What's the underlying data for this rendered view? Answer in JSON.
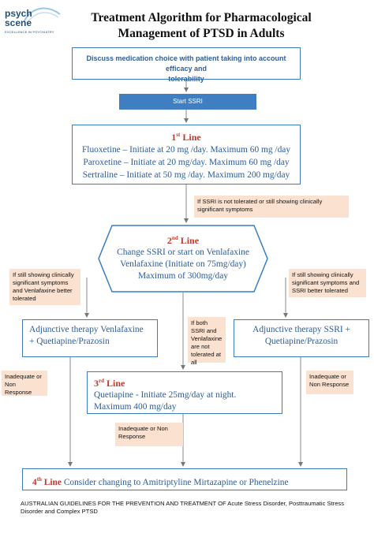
{
  "logo": {
    "line1": "psych",
    "line2": "scene",
    "tagline": "EXCELLENCE IN PSYCHIATRY"
  },
  "title": {
    "line1": "Treatment Algorithm for Pharmacological",
    "line2": "Management of PTSD in Adults"
  },
  "discuss": {
    "line1": "Discuss medication choice with patient taking into account efficacy and",
    "line2": "tolerability"
  },
  "start": "Start SSRI",
  "first_line": {
    "num": "1",
    "sup": "st",
    "word": "Line",
    "items": [
      "Fluoxetine – Initiate at 20 mg /day. Maximum 60 mg /day",
      "Paroxetine – Initiate at 20 mg/day. Maximum 60 mg /day",
      "Sertraline – Initiate at 50 mg /day. Maximum 200 mg/day"
    ]
  },
  "notes": {
    "n1": "If SSRI is not tolerated or still showing clinically significant symptoms",
    "n2": "If still showing clinically significant symptoms and Venlafaxine better tolerated",
    "n3": "If still showing clinically significant symptoms and SSRI better tolerated",
    "n4": "If both SSRI and Venlafaxine are not tolerated at all",
    "n5": "Inadequate or Non Response",
    "n6": "Inadequate or Non Response",
    "n7": "Inadequate or Non Response"
  },
  "second_line": {
    "num": "2",
    "sup": "nd",
    "word": "Line",
    "items": [
      "Change SSRI or start on Venlafaxine",
      "Venlafaxine (Initiate on 75mg/day)",
      "Maximum of 300mg/day"
    ]
  },
  "adjunct_venlafaxine": {
    "line1": "Adjunctive therapy Venlafaxine",
    "line2": "+ Quetiapine/Prazosin"
  },
  "adjunct_ssri": {
    "line1": "Adjunctive therapy SSRI +",
    "line2": "Quetiapine/Prazosin"
  },
  "third_line": {
    "num": "3",
    "sup": "rd",
    "word": "Line",
    "items": [
      "Quetiapine - Initiate 25mg/day at night.",
      "Maximum 400 mg/day"
    ]
  },
  "fourth_line": {
    "num": "4",
    "sup": "th",
    "word": "Line",
    "text": "Consider changing to Amitriptyline Mirtazapine or Phenelzine"
  },
  "footer": "AUSTRALIAN GUIDELINES FOR THE PREVENTION AND TREATMENT OF Acute Stress Disorder, Posttraumatic Stress Disorder and Complex PTSD",
  "colors": {
    "box_border": "#3b7dbf",
    "start_fill": "#3f7fc1",
    "note_fill": "#fbe1cf",
    "heading_red": "#c0392b",
    "text_blue": "#2b5c9c"
  }
}
